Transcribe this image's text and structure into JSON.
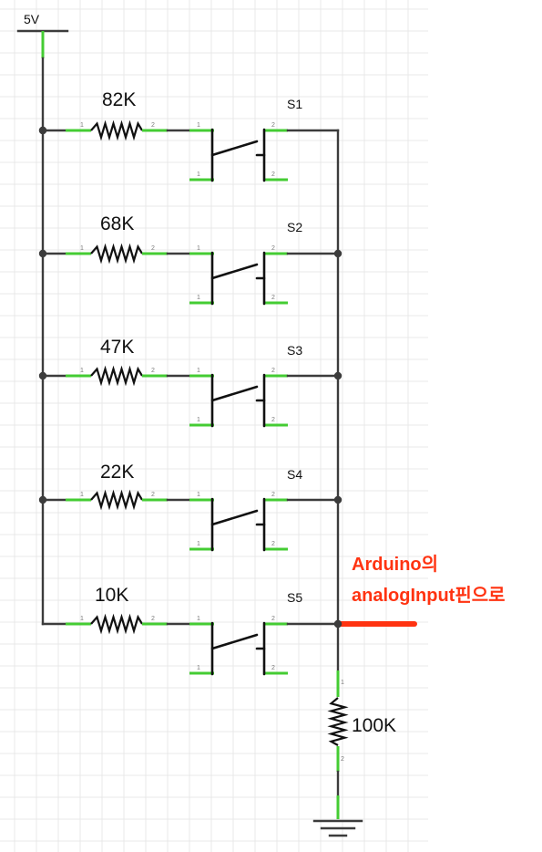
{
  "colors": {
    "wire": "#3c3c3c",
    "lead": "#44cc33",
    "grid": "#e9e9e9",
    "note": "#ff3311"
  },
  "supply": {
    "label": "5V"
  },
  "branches": [
    {
      "resistor": "82K",
      "switch": "S1"
    },
    {
      "resistor": "68K",
      "switch": "S2"
    },
    {
      "resistor": "47K",
      "switch": "S3"
    },
    {
      "resistor": "22K",
      "switch": "S4"
    },
    {
      "resistor": "10K",
      "switch": "S5"
    }
  ],
  "pulldown": {
    "resistor": "100K"
  },
  "pin_numbers": {
    "one": "1",
    "two": "2"
  },
  "annotation": {
    "line1": "Arduino의",
    "line2": "analogInput핀으로"
  }
}
